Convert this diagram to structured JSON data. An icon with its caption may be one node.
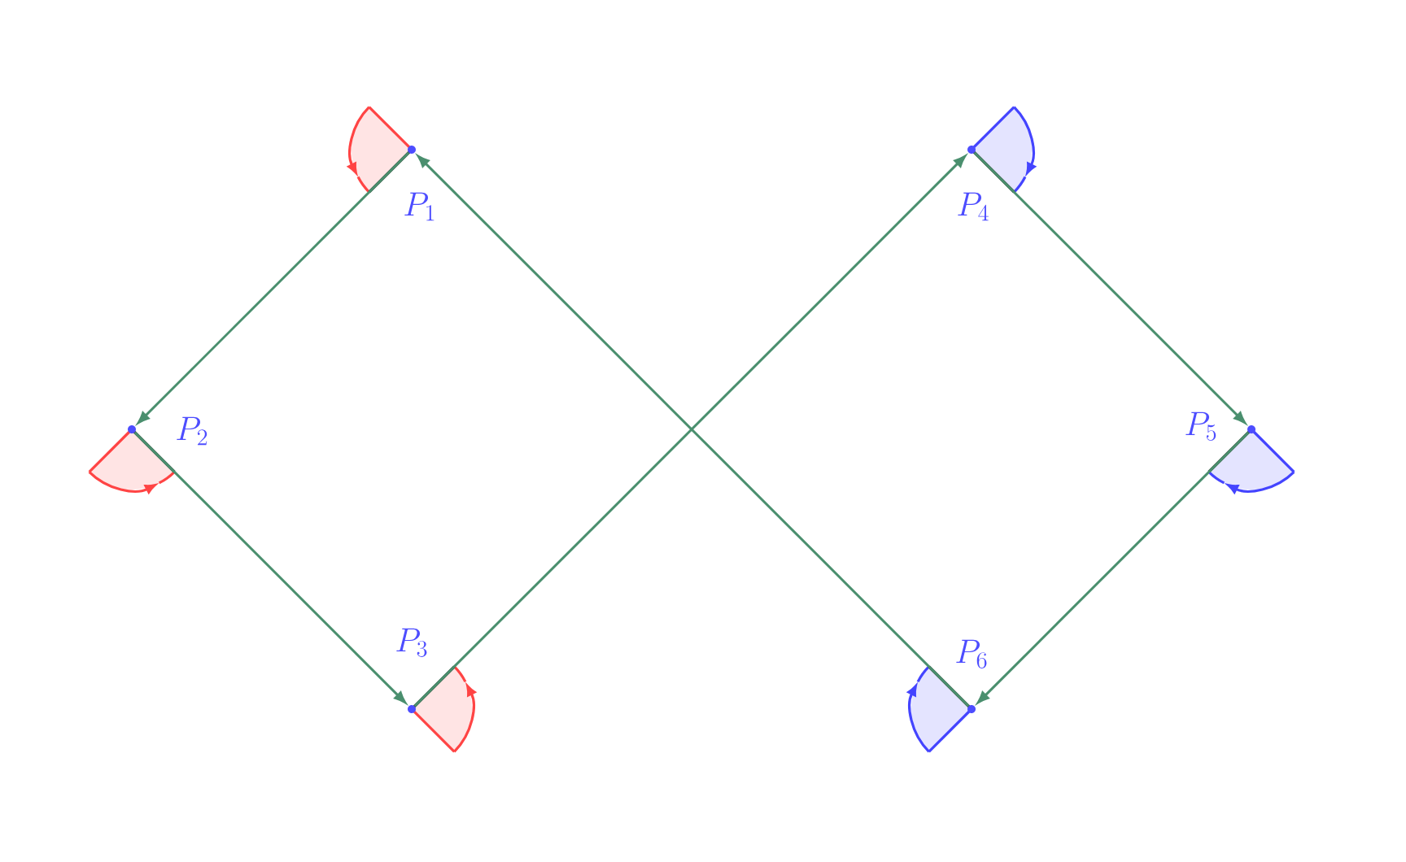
{
  "diagram": {
    "nodes": [
      {
        "text": [
          "P_1"
        ]
      },
      {
        "text": [
          "P_2"
        ]
      },
      {
        "text": [
          "P_3"
        ]
      },
      {
        "text": [
          "P_4"
        ]
      },
      {
        "text": [
          "P_5"
        ]
      },
      {
        "text": [
          "P_6"
        ]
      }
    ],
    "edges": [
      {
        "from": 0,
        "to": 1,
        "arrow": "to"
      },
      {
        "from": 1,
        "to": 2,
        "arrow": "to"
      },
      {
        "from": 2,
        "to": 3,
        "arrow": "to"
      },
      {
        "from": 3,
        "to": 4,
        "arrow": "to"
      },
      {
        "from": 4,
        "to": 5,
        "arrow": "to"
      },
      {
        "from": 5,
        "to": 0,
        "arrow": "to"
      }
    ]
  }
}
